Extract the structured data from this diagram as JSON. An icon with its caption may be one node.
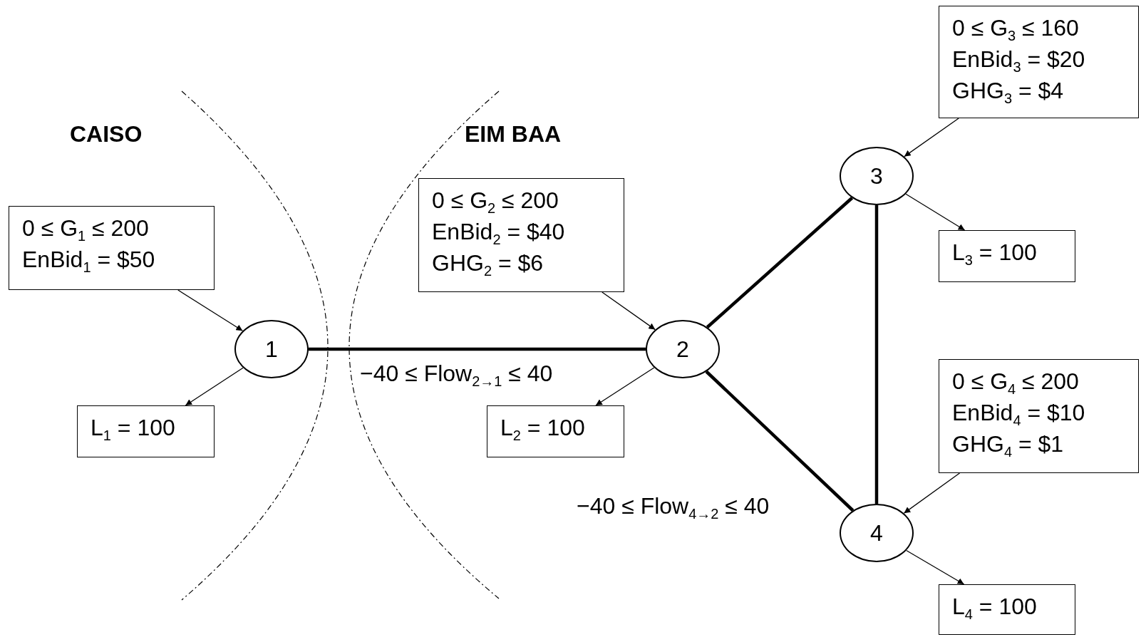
{
  "diagram": {
    "nodes": [
      {
        "text": [
          "0 ≤ G$_{1}$ ≤ 200",
          "EnBid$_{1}$ =  $50"
        ]
      },
      {
        "text": [
          "1"
        ]
      },
      {
        "text": [
          "L$_{1}$ = 100"
        ]
      },
      {
        "text": [
          "0 ≤ G$_{2}$ ≤ 200",
          "EnBid$_{2}$ =  $40",
          "GHG$_{2}$ = $6"
        ]
      },
      {
        "text": [
          "2"
        ]
      },
      {
        "text": [
          "L$_{2}$ = 100"
        ]
      },
      {
        "text": [
          "0 ≤ G$_{3}$ ≤ 160",
          "EnBid$_{3}$ =  $20",
          "GHG$_{3}$ = $4"
        ]
      },
      {
        "text": [
          "3"
        ]
      },
      {
        "text": [
          "L$_{3}$ = 100"
        ]
      },
      {
        "text": [
          "0 ≤ G$_{4}$ ≤ 200",
          "EnBid$_{4}$ =  $10",
          "GHG$_{4}$ = $1"
        ]
      },
      {
        "text": [
          "4"
        ]
      },
      {
        "text": [
          "L$_{4}$ = 100"
        ]
      }
    ],
    "edges": [
      {
        "from": 0,
        "to": 1,
        "arrow": "to"
      },
      {
        "from": 1,
        "to": 2,
        "arrow": "to"
      },
      {
        "from": 3,
        "to": 4,
        "arrow": "to"
      },
      {
        "from": 4,
        "to": 5,
        "arrow": "to"
      },
      {
        "from": 6,
        "to": 7,
        "arrow": "to"
      },
      {
        "from": 7,
        "to": 8,
        "arrow": "to"
      },
      {
        "from": 9,
        "to": 10,
        "arrow": "to"
      },
      {
        "from": 10,
        "to": 11,
        "arrow": "to"
      },
      {
        "from": 1,
        "to": 4,
        "arrow": "none",
        "label": "−40 ≤ Flow$_{2→1}$ ≤ 40",
        "style": "thick"
      },
      {
        "from": 4,
        "to": 7,
        "arrow": "none",
        "style": "thick"
      },
      {
        "from": 4,
        "to": 10,
        "arrow": "none",
        "label": "−40 ≤ Flow$_{4→2}$ ≤ 40",
        "style": "thick"
      },
      {
        "from": 7,
        "to": 10,
        "arrow": "none",
        "style": "thick"
      }
    ],
    "labels": [
      "CAISO",
      "EIM BAA"
    ]
  }
}
